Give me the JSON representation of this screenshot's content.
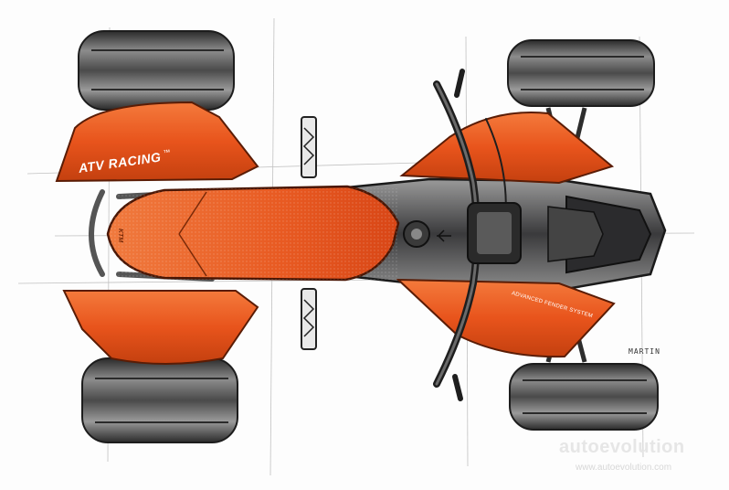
{
  "image": {
    "colors": {
      "background": "#fdfdfd",
      "body_orange": "#e8541c",
      "body_orange_light": "#f47a3c",
      "frame_dark": "#3a3a3c",
      "tire_grey": "#4a4a4a",
      "sketch_line": "#222222"
    }
  },
  "labels": {
    "fender_brand": "ATV RACING",
    "fender_brand_mark": "™",
    "fender_text": "ADVANCED FENDER SYSTEM",
    "seat_logo": "KTM",
    "signature": "MARTIN",
    "watermark_logo": "autoevolution",
    "watermark_url": "www.autoevolution.com"
  }
}
